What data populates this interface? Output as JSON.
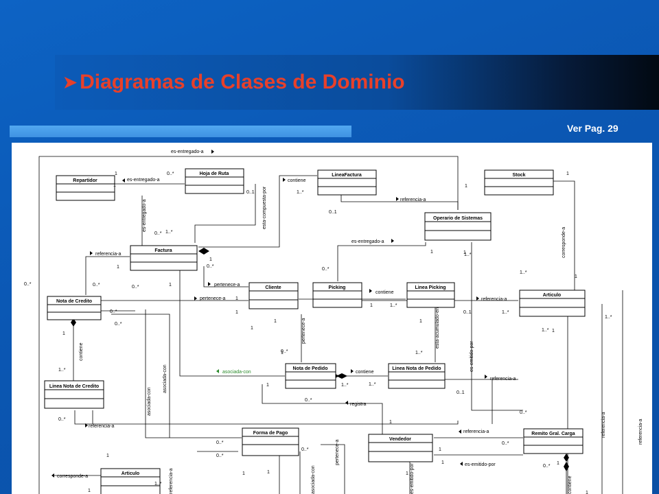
{
  "slide": {
    "title": "Diagramas de Clases de Dominio",
    "bullet_icon": "arrow-bullet-icon",
    "page_ref": "Ver Pag. 29"
  },
  "diagram": {
    "classes": {
      "repartidor": "Repartidor",
      "hoja_ruta": "Hoja de Ruta",
      "linea_factura": "LineaFactura",
      "stock": "Stock",
      "operario": "Operario de Sistemas",
      "factura": "Factura",
      "nota_credito": "Nota de Credito",
      "cliente": "Cliente",
      "picking": "Picking",
      "linea_picking": "Linea Picking",
      "articulo": "Articulo",
      "linea_nota_credito": "Linea Nota de Credito",
      "nota_pedido": "Nota de Pedido",
      "linea_nota_pedido": "Linea Nota de Pedido",
      "forma_pago": "Forma de Pago",
      "vendedor": "Vendedor",
      "remito": "Remito Gral. Carga",
      "articulo_2": "Articulo"
    },
    "associations": {
      "es_entregado_a_top": "es-entregado-a",
      "es_entregado_a_hoja": "es-entregado-a",
      "es_entregado_a_vertical": "es-entregado-a",
      "esta_compuesta_por": "esta-compuesta-por",
      "contiene_lf": "contiene",
      "referencia_a_lf": "referencia-a",
      "corresponde_a_stock": "corresponde-a",
      "referencia_a_factura": "referencia-a",
      "es_entregado_a_picking": "es-entregado-a",
      "pertenece_a_factura": "pertenece-a",
      "pertenece_a_nc": "pertenece-a",
      "contiene_picking": "contiene",
      "referencia_a_art": "referencia-a",
      "contiene_nc": "contiene",
      "asociada_con_1": "asociada-con",
      "asociada_con_2": "asociada-con",
      "asociada_con_3": "asociada-con",
      "pertenece_a_np": "pertenece-a",
      "esta_acumulado_en": "esta-acumulado-en",
      "es_emitido_por_1": "es-emitido-por",
      "contiene_np": "contiene",
      "referencia_a_lnp": "referencia-a",
      "referencia_a_lnc": "referencia-a",
      "registra": "registra",
      "referencia_a_vend": "referencia-a",
      "es_emitido_por_2": "es-emitido-por",
      "referencia_a_r1": "referencia-a",
      "referencia_a_r2": "referencia-a",
      "corresponde_a_bottom": "corresponde-a",
      "asociada_con_bottom": "asociada-con",
      "pertenece_a_bottom": "pertenece-a",
      "contiene_bottom": "contiene",
      "emitido_por_bottom": "es-emitido-por",
      "referencia_a_bottom": "referencia-a"
    },
    "multiplicities": {
      "m01": "1",
      "m02": "0..*",
      "m03": "1",
      "m04": "0..1",
      "m05": "1..*",
      "m06": "1",
      "m07": "0..1",
      "m08": "1",
      "m09": "0..*",
      "m10": "1..*",
      "m11": "1",
      "m12": "1",
      "m13": "0..*",
      "m14": "1",
      "m15": "0..*",
      "m16": "0..*",
      "m17": "0..*",
      "m18": "1",
      "m19": "1",
      "m20": "0..*",
      "m21": "0..*",
      "m22": "1",
      "m23": "1",
      "m24": "1",
      "m25": "0..*",
      "m26": "1",
      "m27": "1",
      "m28": "1..*",
      "m29": "1",
      "m30": "1..*",
      "m31": "1..*",
      "m32": "1",
      "m33": "0..1",
      "m34": "1..*",
      "m35": "1..*",
      "m36": "1..*",
      "m37": "1",
      "m38": "1",
      "m39": "1..*",
      "m40": "1",
      "m41": "1..*",
      "m42": "0..*",
      "m43": "1..*",
      "m44": "0..1",
      "m45": "1",
      "m46": "0..*",
      "m47": "1..*",
      "m48": "0..*",
      "m49": "0..*",
      "m50": "0..*",
      "m51": "1",
      "m52": "1",
      "m53": "0..*",
      "m54": "1",
      "m55": "1",
      "m56": "0..*",
      "m57": "1",
      "m58": "0..*",
      "m59": "1",
      "m60": "1",
      "m61": "1..*",
      "m62": "1",
      "m63": "1",
      "m64": "0..*",
      "m65": "1"
    }
  }
}
